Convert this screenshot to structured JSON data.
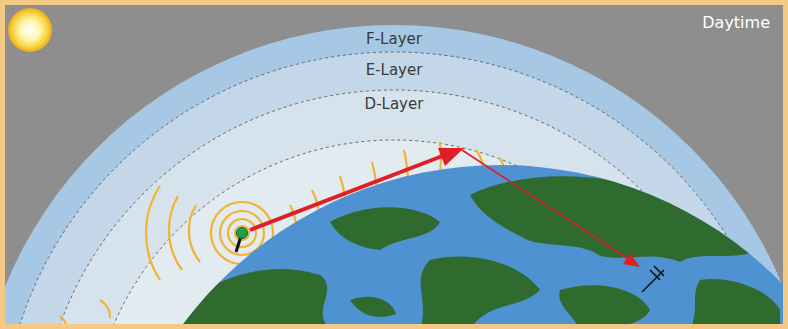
{
  "diagram": {
    "nodes": [
      {
        "text": [
          "F-Layer"
        ]
      },
      {
        "text": [
          "E-Layer"
        ]
      },
      {
        "text": [
          "D-Layer"
        ]
      }
    ],
    "labels": [
      "Daytime"
    ]
  }
}
